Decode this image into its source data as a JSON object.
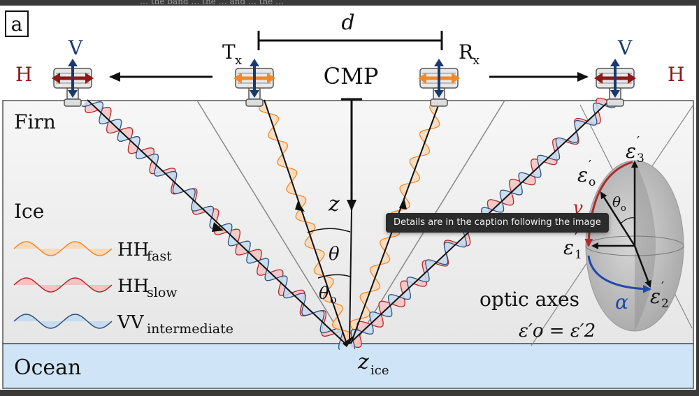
{
  "panel_label": "a",
  "top_strip_text": "… the band … the … and … the …",
  "labels": {
    "d": "d",
    "tx": "T",
    "tx_sub": "x",
    "rx": "R",
    "rx_sub": "x",
    "cmp": "CMP",
    "v_left": "V",
    "h_left": "H",
    "v_right": "V",
    "h_right": "H",
    "z": "z",
    "theta": "θ",
    "theta_o": "θ",
    "theta_o_sub": "o",
    "z_ice": "z",
    "z_ice_sub": "ice"
  },
  "layers": {
    "firn": "Firn",
    "ice": "Ice",
    "ocean": "Ocean"
  },
  "legend": [
    {
      "base": "HH",
      "sub": "fast",
      "color": "#f0892a",
      "fill": "#fcd9b8"
    },
    {
      "base": "HH",
      "sub": "slow",
      "color": "#b02a2a",
      "fill": "#f6c2c2"
    },
    {
      "base": "VV",
      "sub": "intermediate",
      "color": "#2f4f7f",
      "fill": "#c6dcef"
    }
  ],
  "ellipsoid": {
    "eps3": "ε",
    "eps3_sub": "3",
    "eps_o": "ε",
    "eps_o_sub": "o",
    "theta_o": "θ",
    "theta_o_sub": "o",
    "gamma": "γ",
    "eps1": "ε",
    "eps1_sub": "1",
    "eps2": "ε",
    "eps2_sub": "2",
    "alpha": "α",
    "caption": "optic axes",
    "equation": "ε′o = ε′2"
  },
  "tooltip": "Details are in the caption following the image",
  "colors": {
    "fast": "#f0892a",
    "slow": "#b02a2a",
    "vv": "#2f4f7f",
    "ocean": "#cfe4f6",
    "h_label": "#8b1a1a",
    "v_label": "#1a3a6e"
  }
}
